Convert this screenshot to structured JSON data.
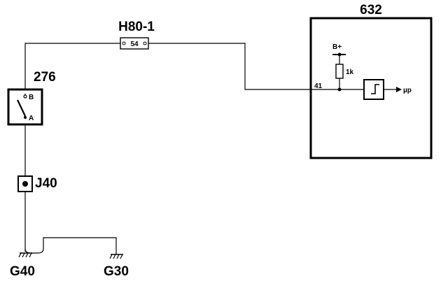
{
  "components": {
    "fuse": {
      "ref": "H80-1",
      "value": "54"
    },
    "switch": {
      "ref": "276",
      "pin_b": "B",
      "pin_a": "A"
    },
    "module": {
      "ref": "632",
      "pin": "41",
      "supply": "B+",
      "resistor": "1k",
      "output": "µp"
    },
    "connector": {
      "ref": "J40"
    },
    "grounds": [
      {
        "ref": "G40"
      },
      {
        "ref": "G30"
      }
    ]
  }
}
